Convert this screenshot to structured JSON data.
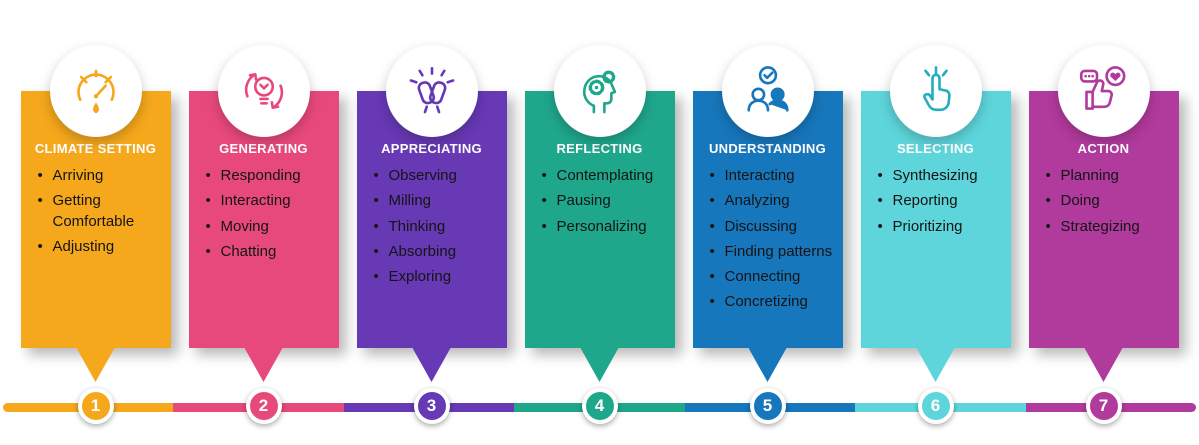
{
  "background": "#FFFFFF",
  "text_color": "#141414",
  "title_color": "#FFFFFF",
  "stages": [
    {
      "number": "1",
      "title": "CLIMATE SETTING",
      "color": "#F5A81C",
      "icon_color": "#F5A81C",
      "icon": "gauge-icon",
      "bullets": [
        "Arriving",
        "Getting Comfortable",
        "Adjusting"
      ]
    },
    {
      "number": "2",
      "title": "GENERATING",
      "color": "#E8497B",
      "icon_color": "#E8497B",
      "icon": "lightbulb-idea-icon",
      "bullets": [
        "Responding",
        "Interacting",
        "Moving",
        "Chatting"
      ]
    },
    {
      "number": "3",
      "title": "APPRECIATING",
      "color": "#6739B5",
      "icon_color": "#6739B5",
      "icon": "clapping-hands-icon",
      "bullets": [
        "Observing",
        "Milling",
        "Thinking",
        "Absorbing",
        "Exploring"
      ]
    },
    {
      "number": "4",
      "title": "REFLECTING",
      "color": "#1FA78C",
      "icon_color": "#1FA78C",
      "icon": "head-gears-icon",
      "bullets": [
        "Contemplating",
        "Pausing",
        "Personalizing"
      ]
    },
    {
      "number": "5",
      "title": "UNDERSTANDING",
      "color": "#1777BC",
      "icon_color": "#1777BC",
      "icon": "discussion-check-icon",
      "bullets": [
        "Interacting",
        "Analyzing",
        "Discussing",
        "Finding patterns",
        "Connecting",
        "Concretizing"
      ]
    },
    {
      "number": "6",
      "title": "SELECTING",
      "color": "#5ED5DB",
      "icon_color": "#25AEBE",
      "icon": "hand-click-icon",
      "bullets": [
        "Synthesizing",
        "Reporting",
        "Prioritizing"
      ]
    },
    {
      "number": "7",
      "title": "ACTION",
      "color": "#B13A9D",
      "icon_color": "#B13A9D",
      "icon": "thumbs-up-heart-icon",
      "bullets": [
        "Planning",
        "Doing",
        "Strategizing"
      ]
    }
  ]
}
